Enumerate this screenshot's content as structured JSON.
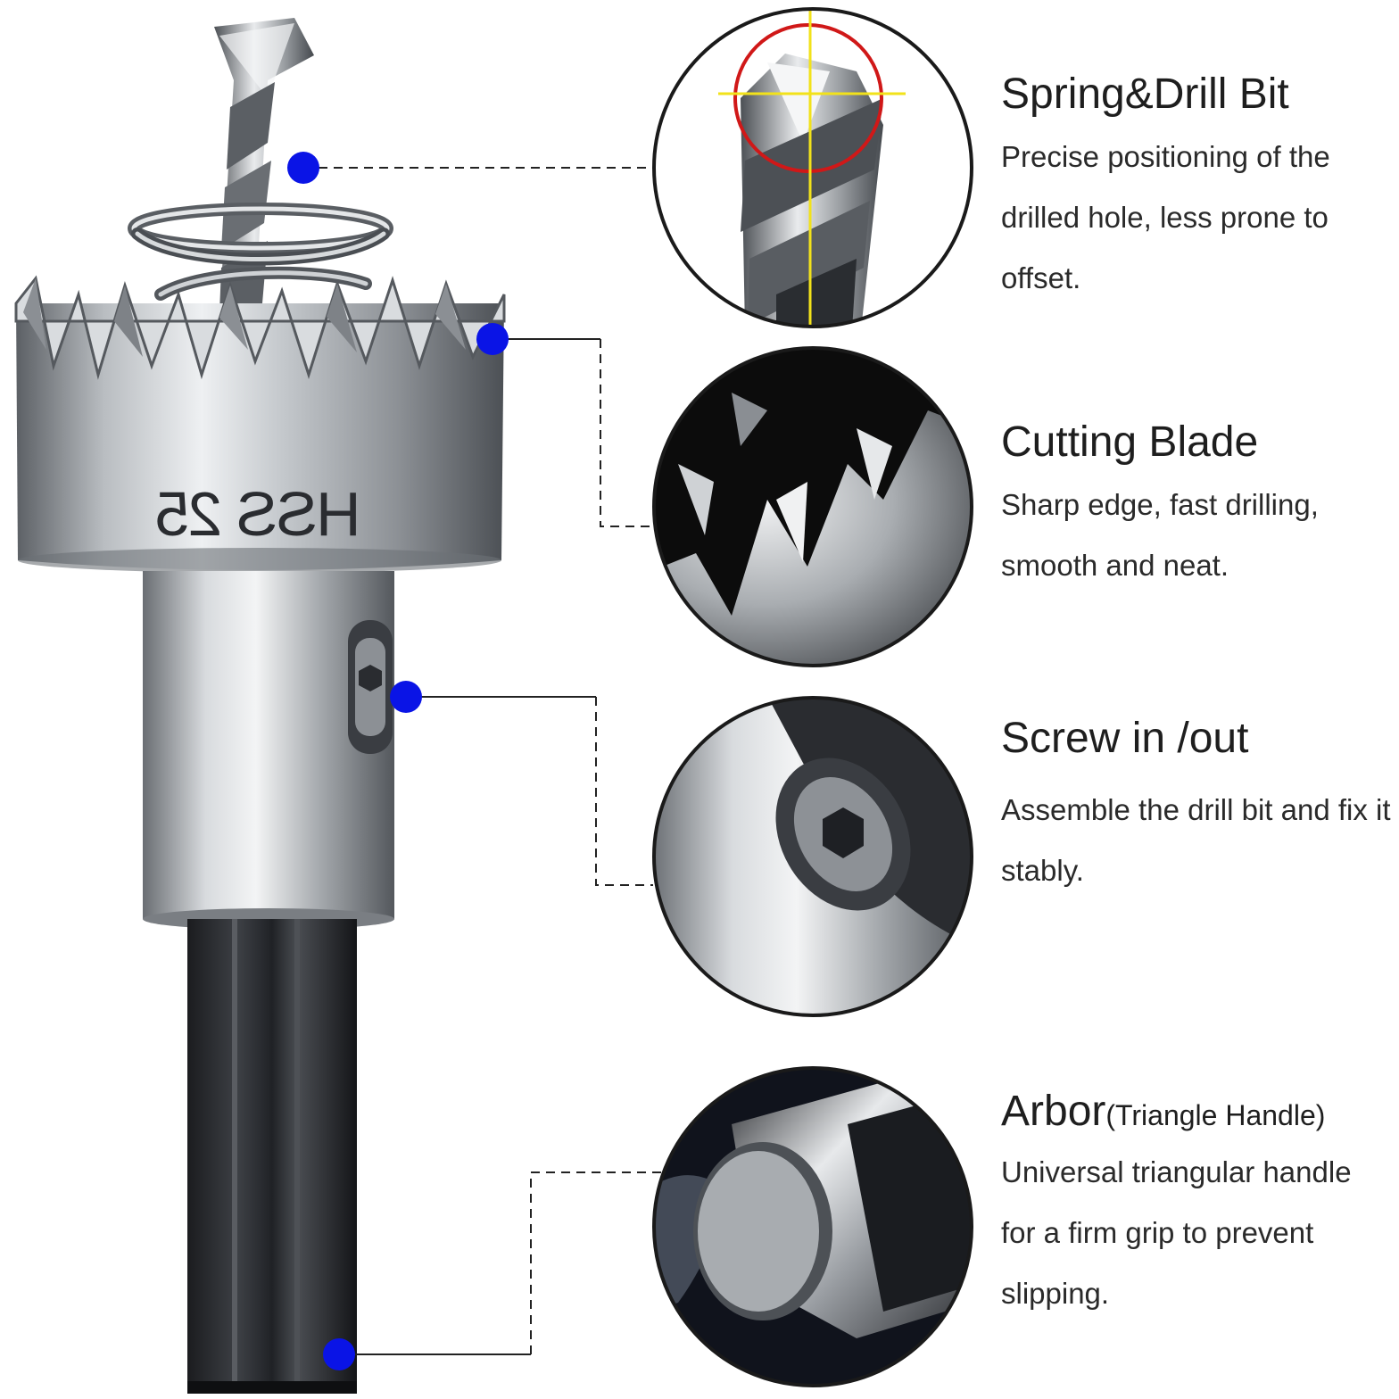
{
  "product": {
    "engraving": "HSS 25"
  },
  "features": [
    {
      "id": "spring-drill-bit",
      "title": "Spring&Drill Bit",
      "title_suffix": "",
      "description": "Precise positioning of the drilled hole, less prone to offset."
    },
    {
      "id": "cutting-blade",
      "title": "Cutting Blade",
      "title_suffix": "",
      "description": "Sharp edge, fast drilling, smooth and neat."
    },
    {
      "id": "screw-in-out",
      "title": "Screw in /out",
      "title_suffix": "",
      "description": "Assemble the drill bit and fix it stably."
    },
    {
      "id": "arbor",
      "title": "Arbor",
      "title_suffix": "(Triangle Handle)",
      "description": "Universal triangular handle for a firm grip to prevent slipping."
    }
  ],
  "colors": {
    "callout_dot": "#0a14e6",
    "circle_border": "#1a1a1a",
    "steel_light": "#e6e8ea",
    "steel_dark": "#5a5e63",
    "shank": "#2a2c30",
    "crosshair_circle": "#d01818",
    "crosshair_lines": "#f2e21a"
  }
}
